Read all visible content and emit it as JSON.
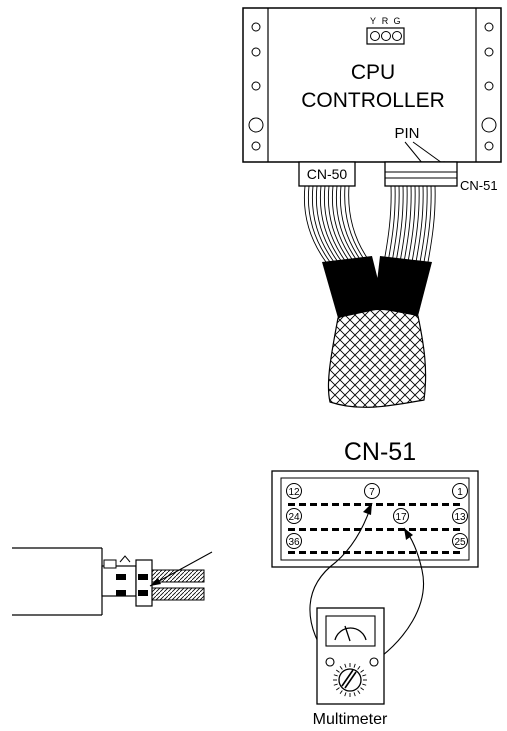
{
  "controller": {
    "led_labels": [
      "Y",
      "R",
      "G"
    ],
    "title_line1": "CPU",
    "title_line2": "CONTROLLER",
    "pin_label": "PIN",
    "connector_left": "CN-50",
    "connector_right": "CN-51"
  },
  "pinout": {
    "title": "CN-51",
    "pins": [
      "12",
      "7",
      "1",
      "24",
      "17",
      "13",
      "36",
      "25"
    ]
  },
  "multimeter": {
    "label": "Multimeter"
  }
}
